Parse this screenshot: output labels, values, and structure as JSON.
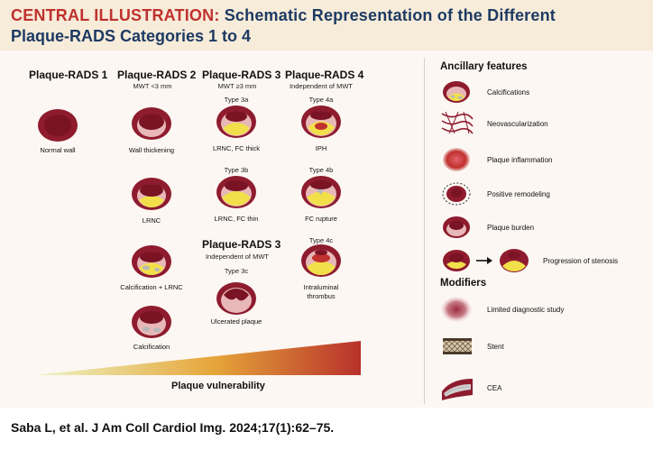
{
  "header": {
    "lead": "CENTRAL ILLUSTRATION:",
    "title_rest": "Schematic Representation of the Different",
    "title_line2": "Plaque-RADS Categories 1 to 4"
  },
  "categories": {
    "c1": {
      "title": "Plaque-RADS 1"
    },
    "c2": {
      "title": "Plaque-RADS 2",
      "subtitle": "MWT <3 mm"
    },
    "c3": {
      "title": "Plaque-RADS 3",
      "subtitle": "MWT ≥3 mm"
    },
    "c4": {
      "title": "Plaque-RADS 4",
      "subtitle": "Independent of MWT"
    },
    "c3b": {
      "title": "Plaque-RADS 3",
      "subtitle": "Independent of MWT"
    }
  },
  "types": {
    "t3a": "Type 3a",
    "t3b": "Type 3b",
    "t3c": "Type 3c",
    "t4a": "Type 4a",
    "t4b": "Type 4b",
    "t4c": "Type 4c"
  },
  "labels": {
    "normal": "Normal wall",
    "wall_thickening": "Wall thickening",
    "lrnc": "LRNC",
    "calc_lrnc": "Calcification + LRNC",
    "calcification": "Calcification",
    "lrnc_fc_thick": "LRNC, FC thick",
    "lrnc_fc_thin": "LRNC, FC thin",
    "ulcerated": "Ulcerated plaque",
    "iph": "IPH",
    "fc_rupture": "FC rupture",
    "thrombus_line1": "Intraluminal",
    "thrombus_line2": "thrombus"
  },
  "vulnerability": "Plaque vulnerability",
  "ancillary": {
    "title": "Ancillary features",
    "items": [
      "Calcifications",
      "Neovascularization",
      "Plaque inflammation",
      "Positive remodeling",
      "Plaque burden",
      "Progression of stenosis"
    ]
  },
  "modifiers": {
    "title": "Modifiers",
    "items": [
      "Limited diagnostic study",
      "Stent",
      "CEA"
    ]
  },
  "citation": "Saba L, et al. J Am Coll Cardiol Img. 2024;17(1):62–75.",
  "colors": {
    "header_bg": "#f7ecd9",
    "title_red": "#c0312f",
    "title_navy": "#1d3a63",
    "vessel_wall": "#8e1b2e",
    "lumen": "#e8b8b8",
    "lipid": "#f2e04a",
    "calcium": "#b8b8b8",
    "gradient_start": "#eef6c8",
    "gradient_mid": "#e6a63a",
    "gradient_end": "#b8312b"
  }
}
